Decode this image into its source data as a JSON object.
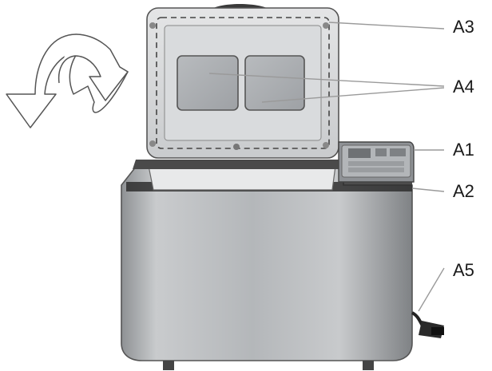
{
  "callouts": {
    "a1": "A1",
    "a2": "A2",
    "a3": "A3",
    "a4": "A4",
    "a5": "A5"
  },
  "icons": {
    "rotation": "curved-arrow-icon"
  },
  "colors": {
    "body_steel": "#b9bcbf",
    "lid_frame": "#d6d8da",
    "lid_inner": "#c7c9cb",
    "window_glass": "#a9acb0",
    "control_panel": "#8f9296",
    "dark_trim": "#2b2b2b",
    "leader_line": "#9a9a9a"
  }
}
